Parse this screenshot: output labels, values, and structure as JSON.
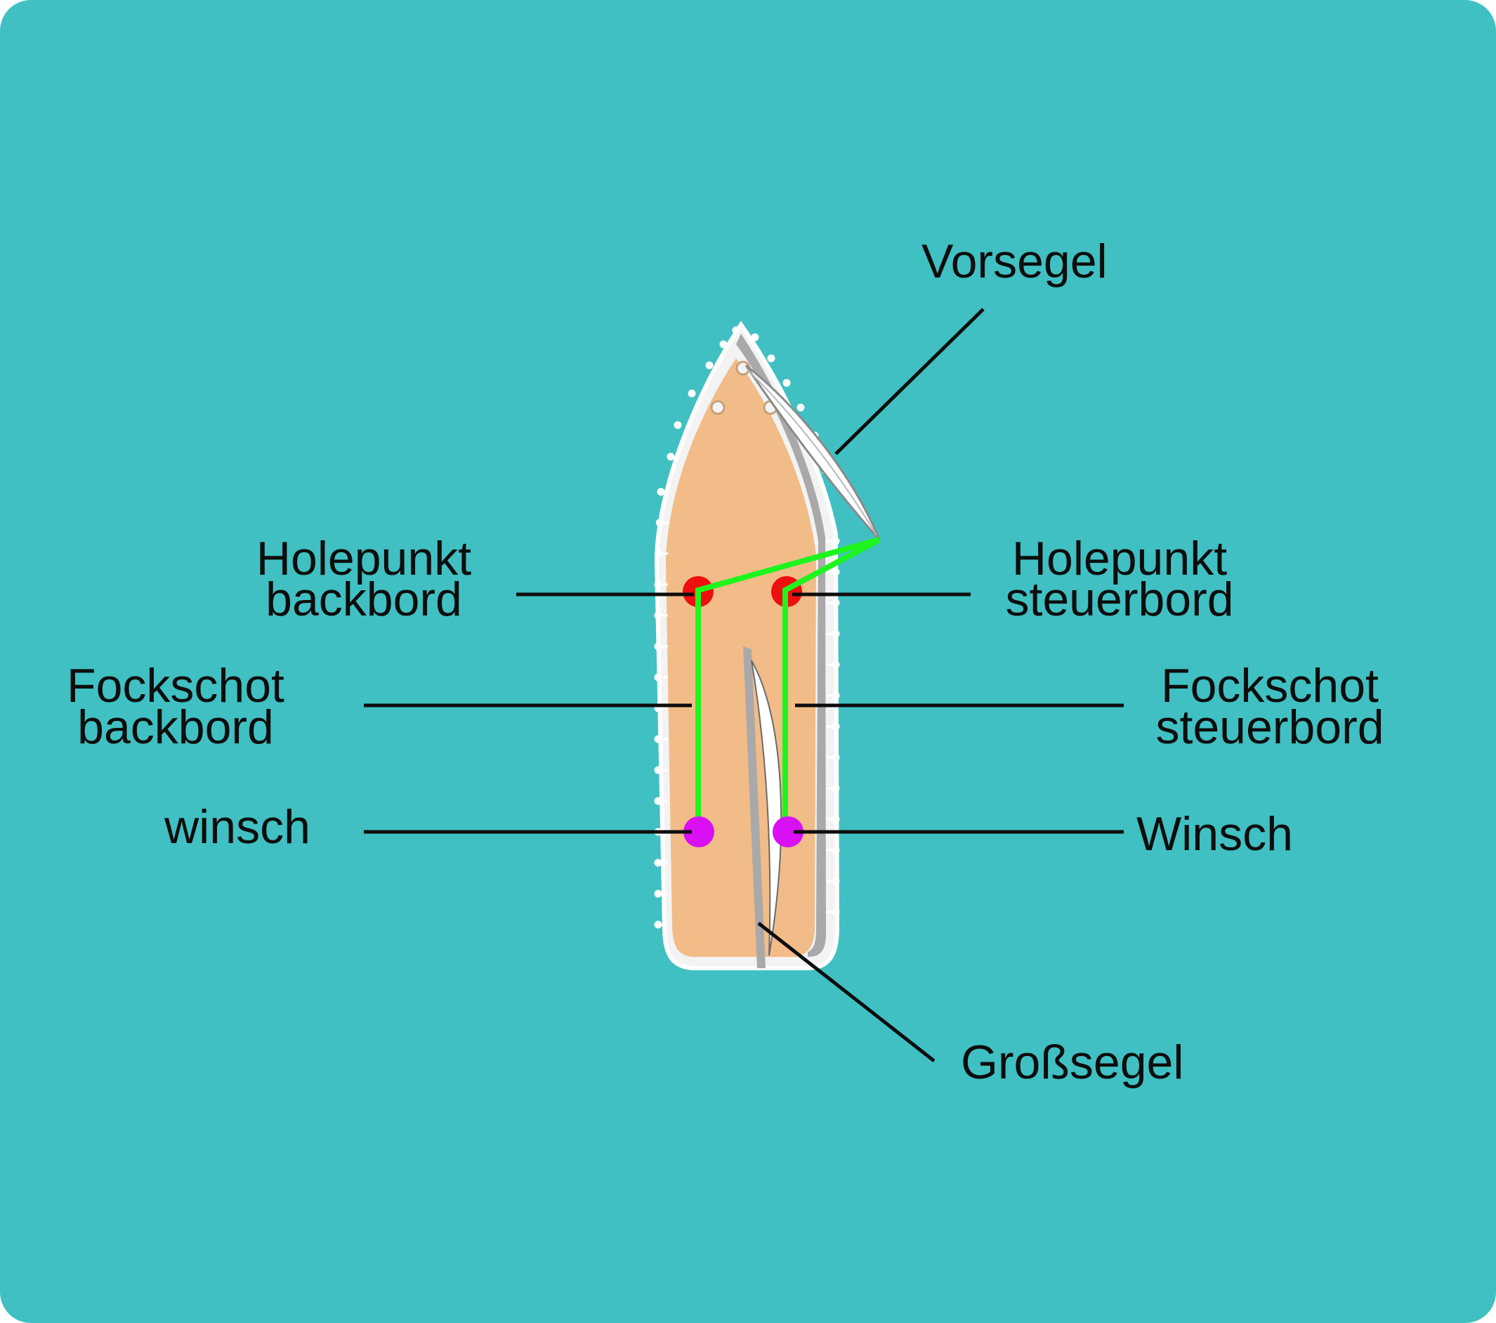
{
  "colors": {
    "background": "#40c0c2",
    "deck": "#f2bc88",
    "hull_outline": "#ffffff",
    "hull_shadow": "#aaa9a9",
    "sheet_line": "#1df51d",
    "sheet_lead_point": "#ee0f0f",
    "winch": "#d90ff4",
    "leader_line": "#0d0d0d",
    "sail": "#ffffff"
  },
  "icons": [
    "boat-hull",
    "jib-sail",
    "main-sail",
    "winch-dot",
    "lead-point-dot"
  ],
  "labels": {
    "jib": "Vorsegel",
    "lead_port_line1": "Holepunkt",
    "lead_port_line2": "backbord",
    "lead_starboard_line1": "Holepunkt",
    "lead_starboard_line2": "steuerbord",
    "sheet_port_line1": "Fockschot",
    "sheet_port_line2": "backbord",
    "sheet_starboard_line1": "Fockschot",
    "sheet_starboard_line2": "steuerbord",
    "winch_port": "winsch",
    "winch_starboard": "Winsch",
    "mainsail": "Großsegel"
  }
}
